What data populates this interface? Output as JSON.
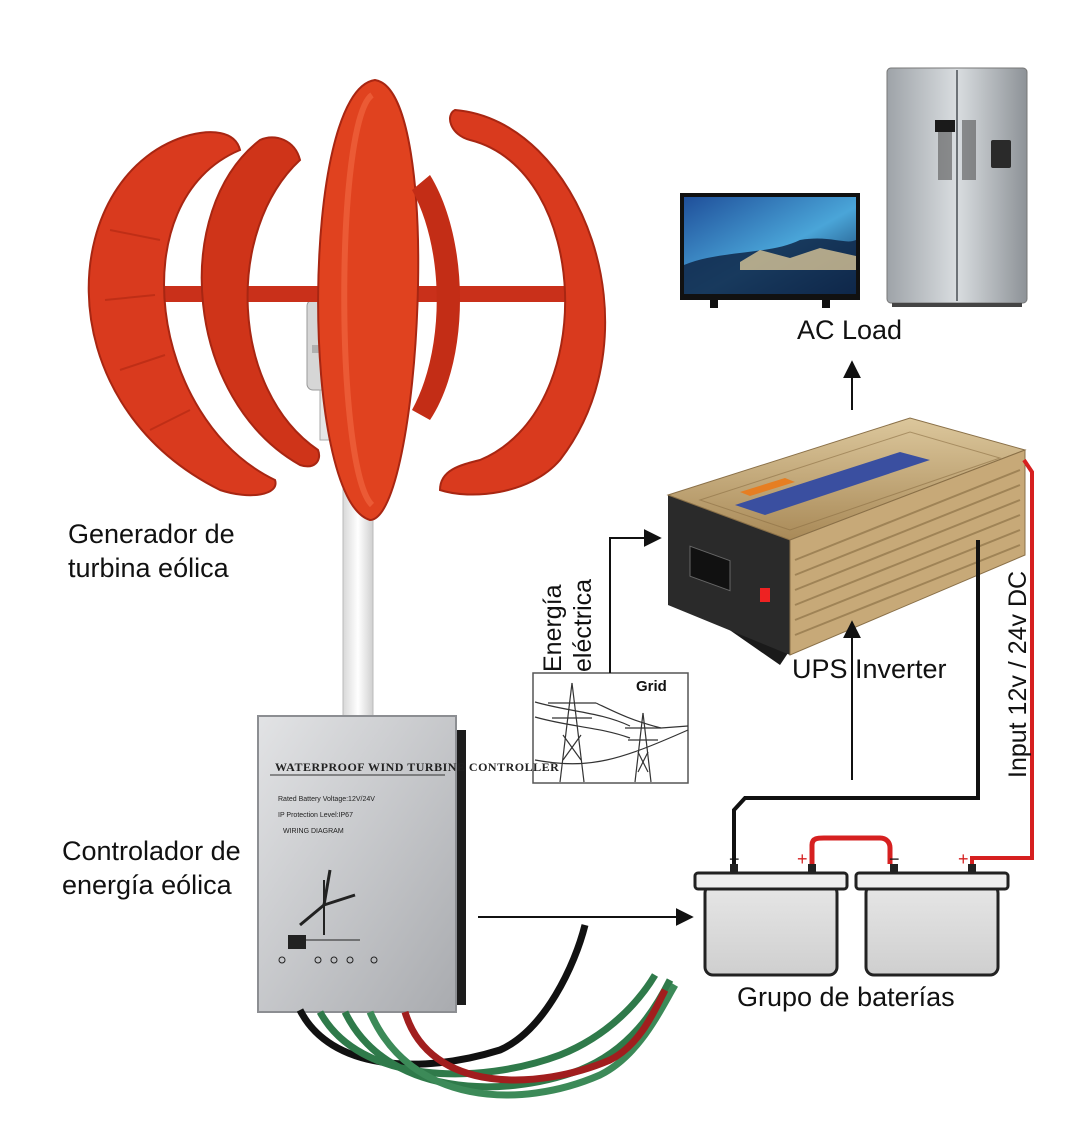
{
  "labels": {
    "turbine_line1": "Generador de",
    "turbine_line2": "turbina eólica",
    "controller_line1": "Controlador de",
    "controller_line2": "energía eólica",
    "ac_load": "AC Load",
    "ups_inverter": "UPS Inverter",
    "grid": "Grid",
    "grid_energy_line1": "Energía",
    "grid_energy_line2": "eléctrica",
    "input_dc": "Input 12v / 24v DC",
    "battery_bank": "Grupo de baterías"
  },
  "controller_panel": {
    "title": "WATERPROOF WIND TURBINE CONTROLLER",
    "rated_voltage": "Rated Battery Voltage:12V/24V",
    "protection": "IP Protection Level:IP67",
    "wiring": "WIRING DIAGRAM"
  },
  "battery_terminals": {
    "negative": "−",
    "positive": "+"
  },
  "colors": {
    "turbine_red": "#d93a1e",
    "wire_red": "#d62020",
    "wire_black": "#111111",
    "wire_green": "#2f7a4a",
    "inverter_gold": "#c9ab7a",
    "inverter_blue": "#3a4fa0",
    "controller_silver": "#c8c9cb"
  }
}
